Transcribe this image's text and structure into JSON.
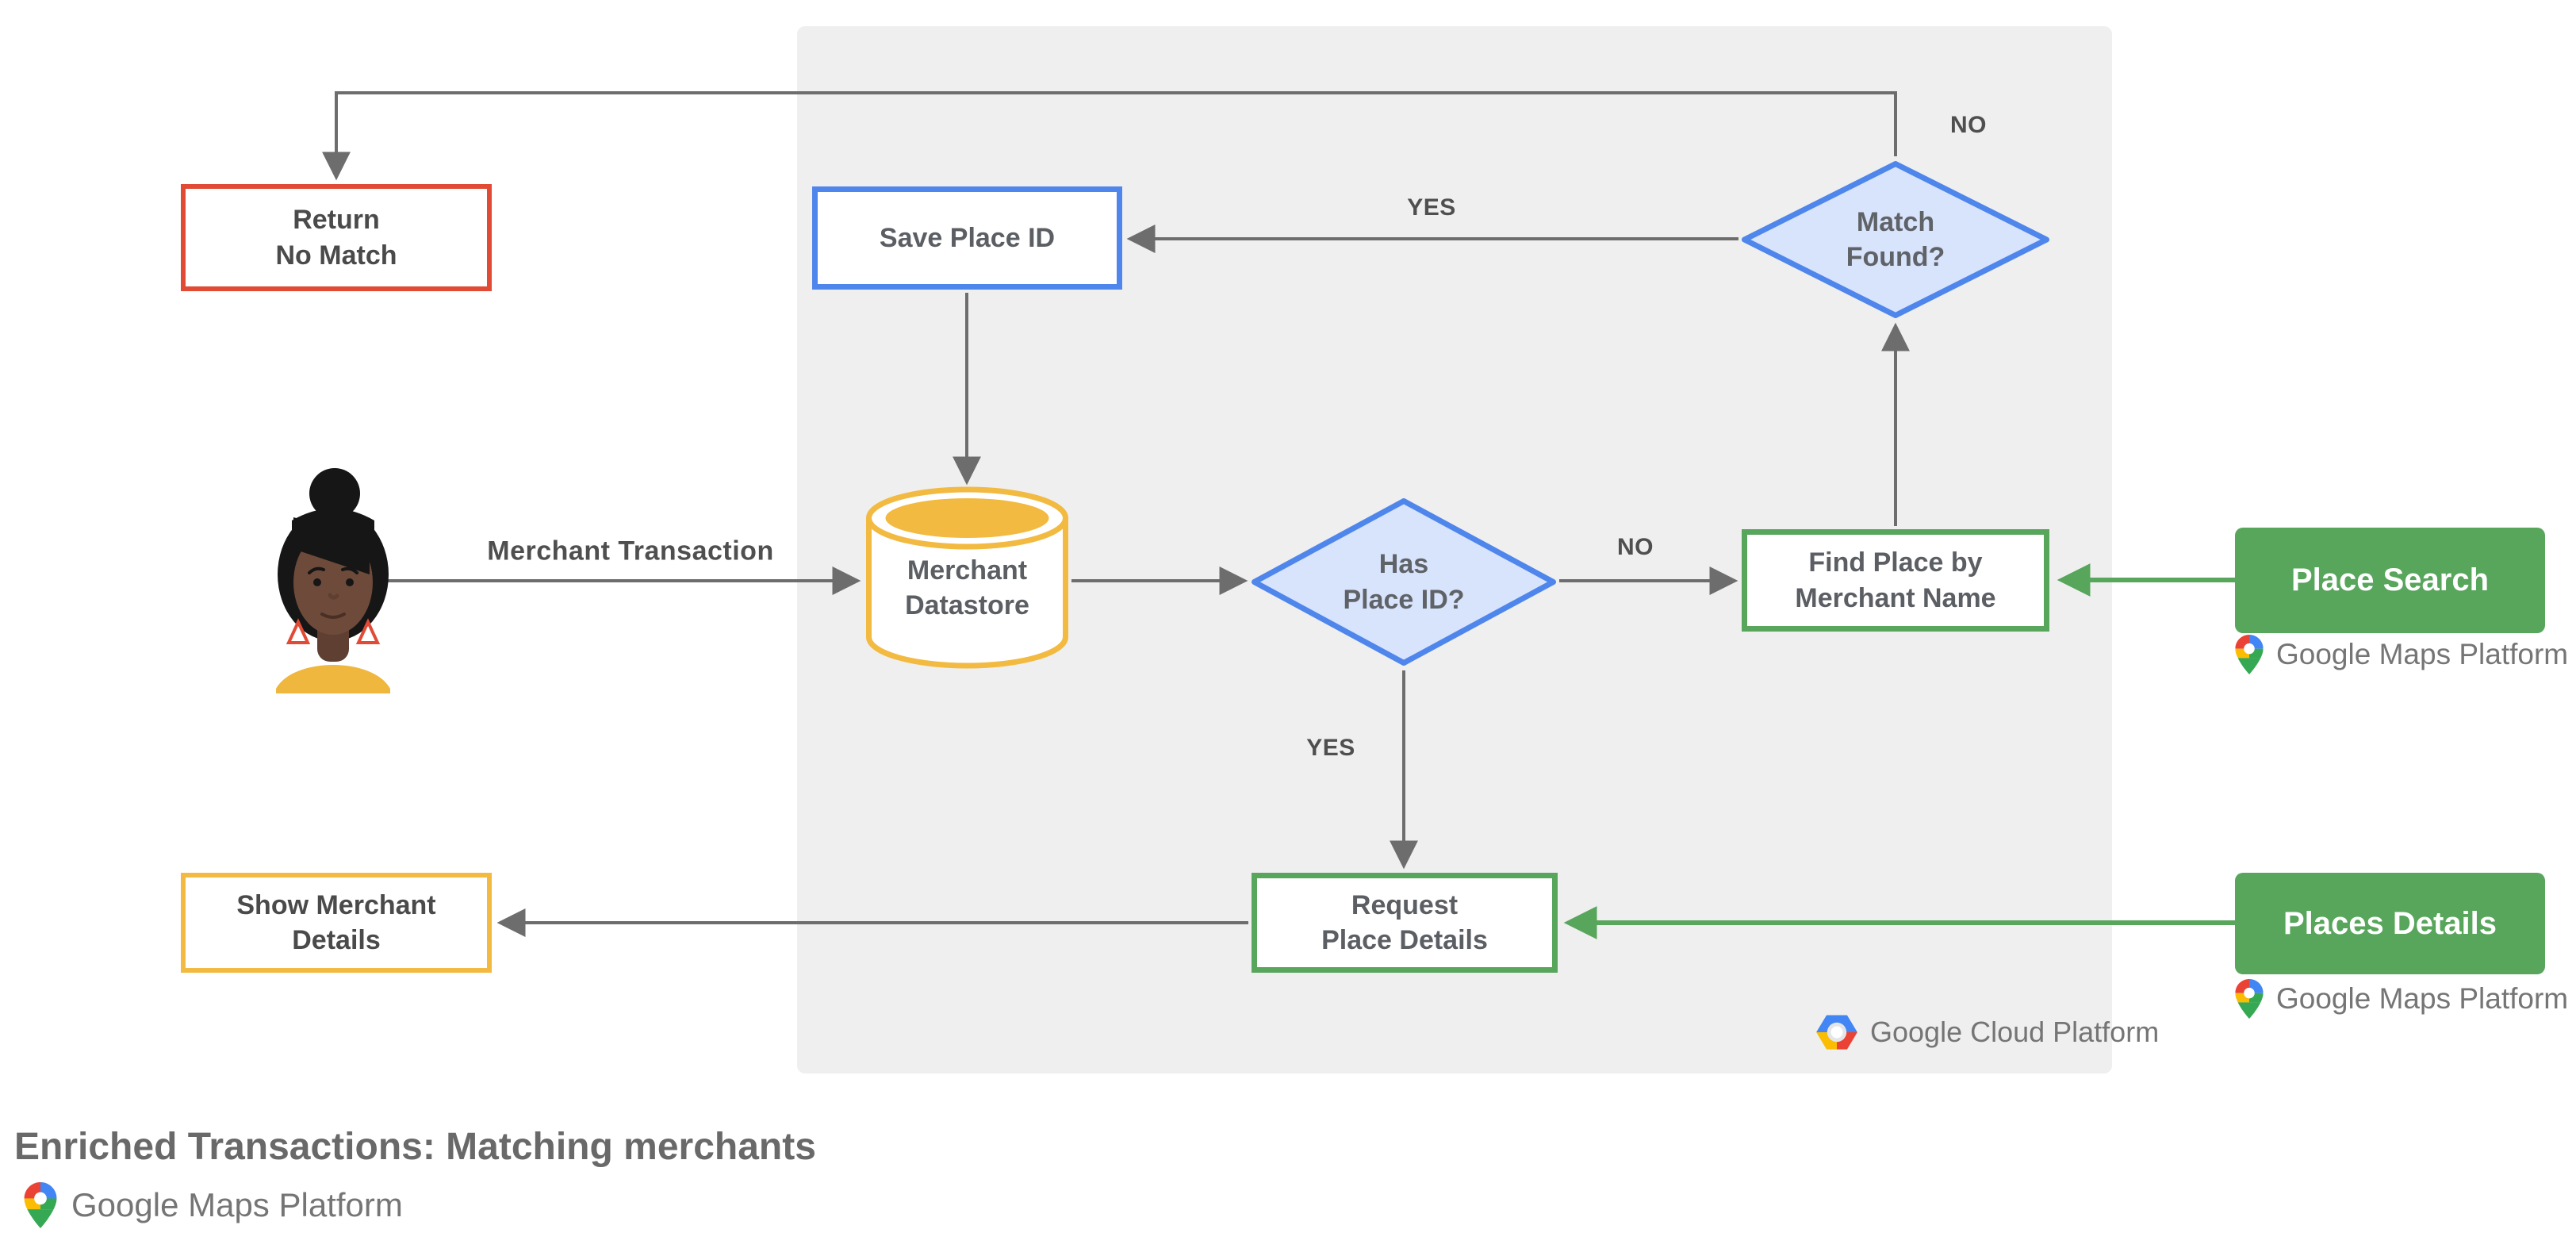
{
  "title": "Enriched Transactions: Matching merchants",
  "nodes": {
    "return_no_match": "Return\nNo Match",
    "save_place_id": "Save Place ID",
    "merchant_datastore": "Merchant\nDatastore",
    "has_place_id": "Has\nPlace ID?",
    "match_found": "Match\nFound?",
    "find_place_by_merchant_name": "Find Place by\nMerchant Name",
    "request_place_details": "Request\nPlace Details",
    "show_merchant_details": "Show Merchant\nDetails",
    "place_search": "Place Search",
    "places_details": "Places Details"
  },
  "edge_labels": {
    "merchant_transaction": "Merchant Transaction",
    "match_found_yes": "YES",
    "match_found_no": "NO",
    "has_place_id_yes": "YES",
    "has_place_id_no": "NO"
  },
  "branding": {
    "maps_platform": "Google Maps Platform",
    "cloud_platform": "Google Cloud Platform"
  },
  "colors": {
    "red": "#E14B36",
    "blue": "#4E86EC",
    "blue_fill": "#D8E3FC",
    "yellow": "#F2BA40",
    "green": "#58A55C",
    "line_gray": "#6d6d6d",
    "panel_gray": "#EFEFEF"
  }
}
